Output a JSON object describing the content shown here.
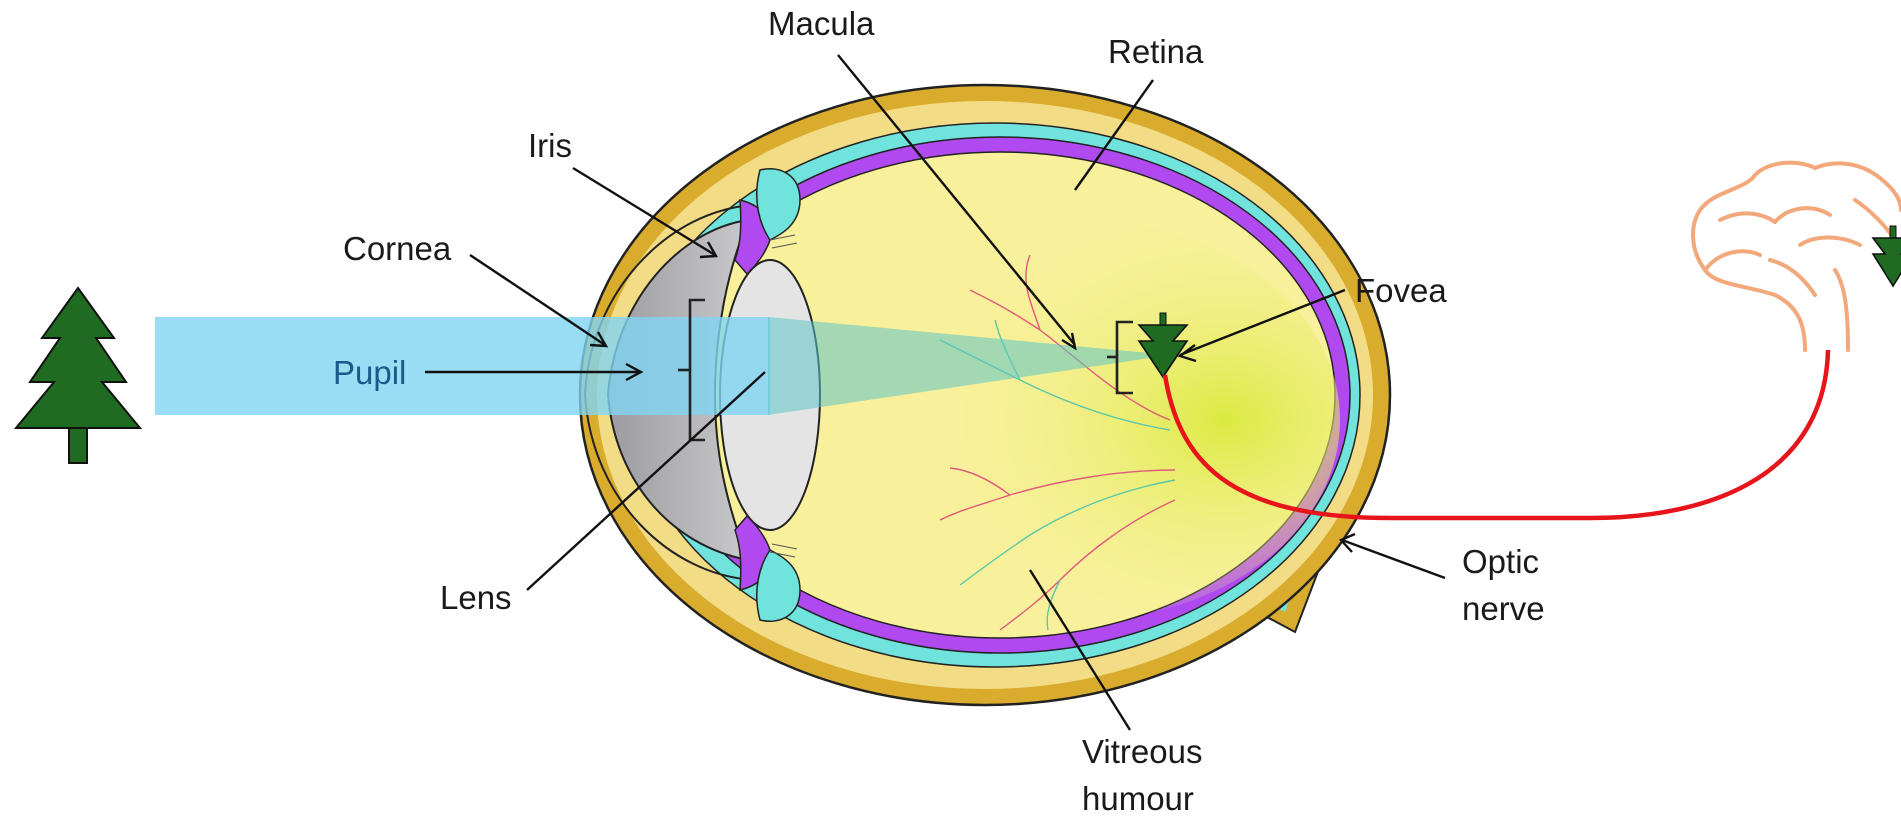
{
  "labels": {
    "macula": "Macula",
    "retina": "Retina",
    "iris": "Iris",
    "cornea": "Cornea",
    "pupil": "Pupil",
    "fovea": "Fovea",
    "lens": "Lens",
    "optic_nerve": [
      "Optic",
      "nerve"
    ],
    "vitreous_humour": [
      "Vitreous",
      "humour"
    ]
  },
  "colors": {
    "sclera": "#d9ac2e",
    "sclera_inner": "#f3dc86",
    "choroid": "#6fe3dc",
    "retina": "#b04af0",
    "vitreous": "#f8f09a",
    "vitreous_glow": "#e2ec5a",
    "cornea": "#b3b3b6",
    "lens": "#e4e4e4",
    "light_beam": "#7fd4f2",
    "tree": "#1f6b22",
    "nerve_signal": "#e8141c",
    "brain": "#f3a87c"
  },
  "icons": {
    "tree": "tree-icon",
    "brain": "brain-icon"
  }
}
